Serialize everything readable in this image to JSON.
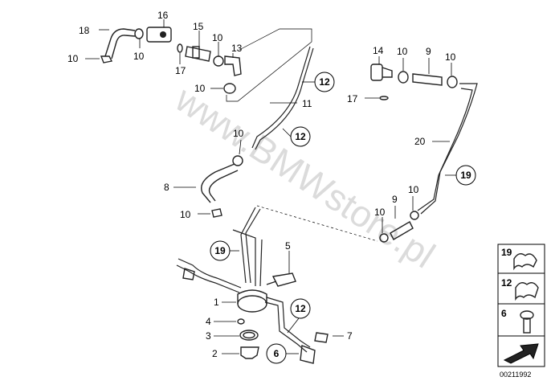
{
  "watermark": "www.BMWstore.pl",
  "document_id": "00211992",
  "part_numbers": [
    "1",
    "2",
    "3",
    "4",
    "5",
    "6",
    "7",
    "8",
    "9",
    "9",
    "10",
    "10",
    "10",
    "10",
    "10",
    "10",
    "10",
    "10",
    "10",
    "11",
    "12",
    "12",
    "12",
    "12",
    "13",
    "14",
    "15",
    "16",
    "17",
    "17",
    "18",
    "19",
    "19",
    "20"
  ],
  "labels": {
    "n18": "18",
    "n16": "16",
    "n15": "15",
    "n13": "13",
    "n10a": "10",
    "n10b": "10",
    "n10c": "10",
    "n10d": "10",
    "n17a": "17",
    "n14": "14",
    "n10e": "10",
    "n9a": "9",
    "n10f": "10",
    "n17b": "17",
    "n11": "11",
    "n10g": "10",
    "n20": "20",
    "n8": "8",
    "n9b": "9",
    "n10h": "10",
    "n10i": "10",
    "n10j": "10",
    "n5": "5",
    "n1": "1",
    "n4": "4",
    "n3": "3",
    "n2": "2",
    "n7": "7"
  },
  "callouts": {
    "c12a": "12",
    "c12b": "12",
    "c19a": "19",
    "c19b": "19",
    "c12c": "12",
    "c6": "6"
  },
  "legend": {
    "items": [
      "19",
      "12",
      "6"
    ]
  }
}
